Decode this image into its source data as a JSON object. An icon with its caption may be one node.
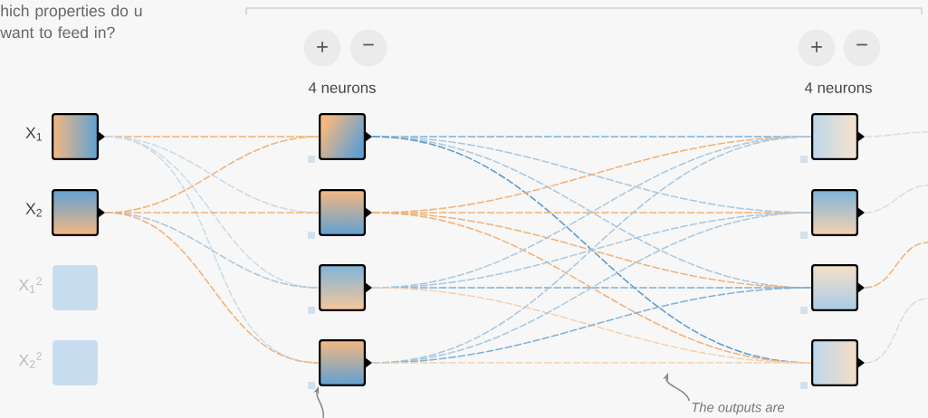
{
  "diagram": {
    "nodes": [
      {
        "text": [],
        "shape": "box",
        "beside": [
          "X$_{1}$"
        ]
      },
      {
        "text": [],
        "shape": "box",
        "beside": [
          "X$_{2}$"
        ]
      },
      {
        "text": [],
        "shape": "box",
        "beside": [
          "X$_{1}$$^{2}$"
        ]
      },
      {
        "text": [],
        "shape": "box",
        "beside": [
          "X$_{2}$$^{2}$"
        ]
      },
      {
        "text": [],
        "shape": "box"
      },
      {
        "text": [],
        "shape": "box"
      },
      {
        "text": [],
        "shape": "box"
      },
      {
        "text": [],
        "shape": "box"
      },
      {
        "text": [],
        "shape": "box"
      },
      {
        "text": [],
        "shape": "box"
      },
      {
        "text": [],
        "shape": "box"
      },
      {
        "text": [],
        "shape": "box"
      },
      {
        "text": [
          "+"
        ]
      },
      {
        "text": [
          "−"
        ]
      },
      {
        "text": [
          "+"
        ]
      },
      {
        "text": [
          "−"
        ]
      },
      {
        "text": [
          "The outputs are"
        ]
      }
    ],
    "edges": [
      {
        "from": 0,
        "to": 4,
        "arrow": "none",
        "style": "dashed"
      },
      {
        "from": 0,
        "to": 5,
        "arrow": "none",
        "style": "dashed",
        "color": "#c9dbe8"
      },
      {
        "from": 0,
        "to": 6,
        "arrow": "none",
        "style": "dashed",
        "color": "#c9dbe8"
      },
      {
        "from": 0,
        "to": 7,
        "arrow": "none",
        "style": "dashed",
        "color": "#c9dbe8"
      },
      {
        "from": 1,
        "to": 4,
        "arrow": "none",
        "style": "dashed"
      },
      {
        "from": 1,
        "to": 5,
        "arrow": "none",
        "style": "dashed"
      },
      {
        "from": 1,
        "to": 6,
        "arrow": "none",
        "style": "dashed",
        "color": "#a9c8e0"
      },
      {
        "from": 1,
        "to": 7,
        "arrow": "none",
        "style": "dashed"
      },
      {
        "from": 4,
        "to": 8,
        "arrow": "none",
        "style": "dashed",
        "color": "#7fb0d8"
      },
      {
        "from": 4,
        "to": 9,
        "arrow": "none",
        "style": "dashed",
        "color": "#a9c8e0"
      },
      {
        "from": 4,
        "to": 10,
        "arrow": "none",
        "style": "dashed",
        "color": "#a9c8e0"
      },
      {
        "from": 4,
        "to": 11,
        "arrow": "none",
        "style": "dashed",
        "color": "#5a9bd0"
      },
      {
        "from": 5,
        "to": 8,
        "arrow": "none",
        "style": "dashed"
      },
      {
        "from": 5,
        "to": 9,
        "arrow": "none",
        "style": "dashed"
      },
      {
        "from": 5,
        "to": 10,
        "arrow": "none",
        "style": "dashed"
      },
      {
        "from": 5,
        "to": 11,
        "arrow": "none",
        "style": "dashed"
      },
      {
        "from": 6,
        "to": 8,
        "arrow": "none",
        "style": "dashed",
        "color": "#a9c8e0"
      },
      {
        "from": 6,
        "to": 9,
        "arrow": "none",
        "style": "dashed",
        "color": "#a9c8e0"
      },
      {
        "from": 6,
        "to": 10,
        "arrow": "none",
        "style": "dashed",
        "color": "#7fb0d8"
      },
      {
        "from": 6,
        "to": 11,
        "arrow": "none",
        "style": "dashed",
        "color": "#f3d2b0"
      },
      {
        "from": 7,
        "to": 8,
        "arrow": "none",
        "style": "dashed",
        "color": "#a9c8e0"
      },
      {
        "from": 7,
        "to": 9,
        "arrow": "none",
        "style": "dashed",
        "color": "#a9c8e0"
      },
      {
        "from": 7,
        "to": 10,
        "arrow": "none",
        "style": "dashed",
        "color": "#7fb0d8"
      },
      {
        "from": 7,
        "to": 11,
        "arrow": "none",
        "style": "dashed",
        "color": "#f3d2b0"
      },
      {
        "from": 8,
        "to": null,
        "arrow": "none",
        "style": "dashed",
        "color": "#dddddd"
      },
      {
        "from": 9,
        "to": null,
        "arrow": "none",
        "style": "dashed",
        "color": "#dddddd"
      },
      {
        "from": 10,
        "to": null,
        "arrow": "none",
        "style": "dashed"
      },
      {
        "from": 11,
        "to": null,
        "arrow": "none",
        "style": "dashed",
        "color": "#dddddd"
      },
      {
        "from": 16,
        "to": null,
        "arrow": "to",
        "color": "#888888"
      },
      {
        "from": null,
        "to": 7,
        "arrow": "to",
        "color": "#888888"
      }
    ],
    "labels": [
      "hich properties do u want to feed in?",
      "4 neurons",
      "4 neurons"
    ]
  }
}
